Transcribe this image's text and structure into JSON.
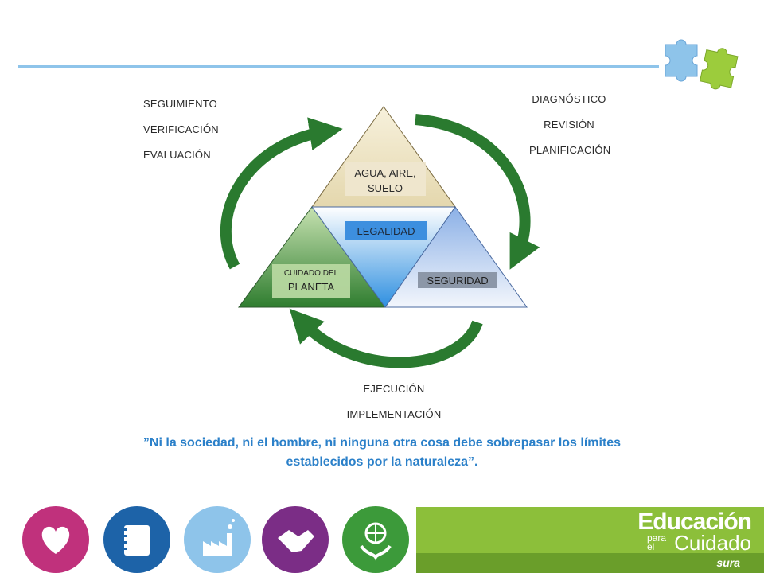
{
  "cycle": {
    "top_left": [
      "SEGUIMIENTO",
      "VERIFICACIÓN",
      "EVALUACIÓN"
    ],
    "top_right": [
      "DIAGNÓSTICO",
      "REVISIÓN",
      "PLANIFICACIÓN"
    ],
    "bottom": [
      "EJECUCIÓN",
      "IMPLEMENTACIÓN"
    ]
  },
  "triangle": {
    "top_label_line1": "AGUA, AIRE,",
    "top_label_line2": "SUELO",
    "center_label": "LEGALIDAD",
    "left_label_line1": "CUIDADO DEL",
    "left_label_line2": "PLANETA",
    "right_label": "SEGURIDAD"
  },
  "quote": {
    "line1": "”Ni la sociedad, ni el hombre, ni ninguna otra cosa debe sobrepasar los límites",
    "line2": "establecidos por la naturaleza”."
  },
  "footer": {
    "icons": [
      "heart-icon",
      "notebook-icon",
      "factory-icon",
      "handshake-icon",
      "globe-plant-icon"
    ],
    "colors": [
      "#c0317c",
      "#1d63a8",
      "#8ec4ea",
      "#7b2d86",
      "#3c9a3a"
    ],
    "brand_title": "Educación",
    "brand_para": "para",
    "brand_el": "el",
    "brand_cuidado": "Cuidado",
    "brand_sura": "sura"
  }
}
